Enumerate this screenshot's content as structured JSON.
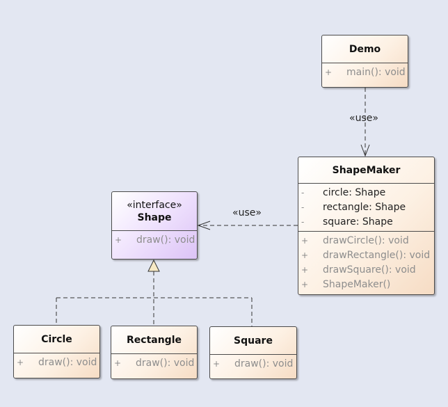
{
  "classes": {
    "demo": {
      "name": "Demo",
      "ops": [
        {
          "vis": "+",
          "text": "main(): void"
        }
      ]
    },
    "shapemaker": {
      "name": "ShapeMaker",
      "attrs": [
        {
          "vis": "-",
          "text": "circle: Shape"
        },
        {
          "vis": "-",
          "text": "rectangle: Shape"
        },
        {
          "vis": "-",
          "text": "square: Shape"
        }
      ],
      "ops": [
        {
          "vis": "+",
          "text": "drawCircle(): void"
        },
        {
          "vis": "+",
          "text": "drawRectangle(): void"
        },
        {
          "vis": "+",
          "text": "drawSquare(): void"
        },
        {
          "vis": "+",
          "text": "ShapeMaker()"
        }
      ]
    },
    "shape": {
      "stereotype": "«interface»",
      "name": "Shape",
      "ops": [
        {
          "vis": "+",
          "text": "draw(): void"
        }
      ]
    },
    "circle": {
      "name": "Circle",
      "ops": [
        {
          "vis": "+",
          "text": "draw(): void"
        }
      ]
    },
    "rectangle": {
      "name": "Rectangle",
      "ops": [
        {
          "vis": "+",
          "text": "draw(): void"
        }
      ]
    },
    "square": {
      "name": "Square",
      "ops": [
        {
          "vis": "+",
          "text": "draw(): void"
        }
      ]
    }
  },
  "relations": {
    "demo_to_shapemaker": {
      "type": "dependency",
      "label": "«use»"
    },
    "shapemaker_to_shape": {
      "type": "dependency",
      "label": "«use»"
    },
    "realization": {
      "type": "realization",
      "implementers": [
        "Circle",
        "Rectangle",
        "Square"
      ]
    }
  },
  "colors": {
    "background": "#e3e7f2",
    "class_fill": "#f6dcc4",
    "interface_fill": "#dcc3f6",
    "border": "#4a4a4a",
    "operation_text": "#8d8d8d",
    "realization_triangle": "#f7e9c4"
  }
}
